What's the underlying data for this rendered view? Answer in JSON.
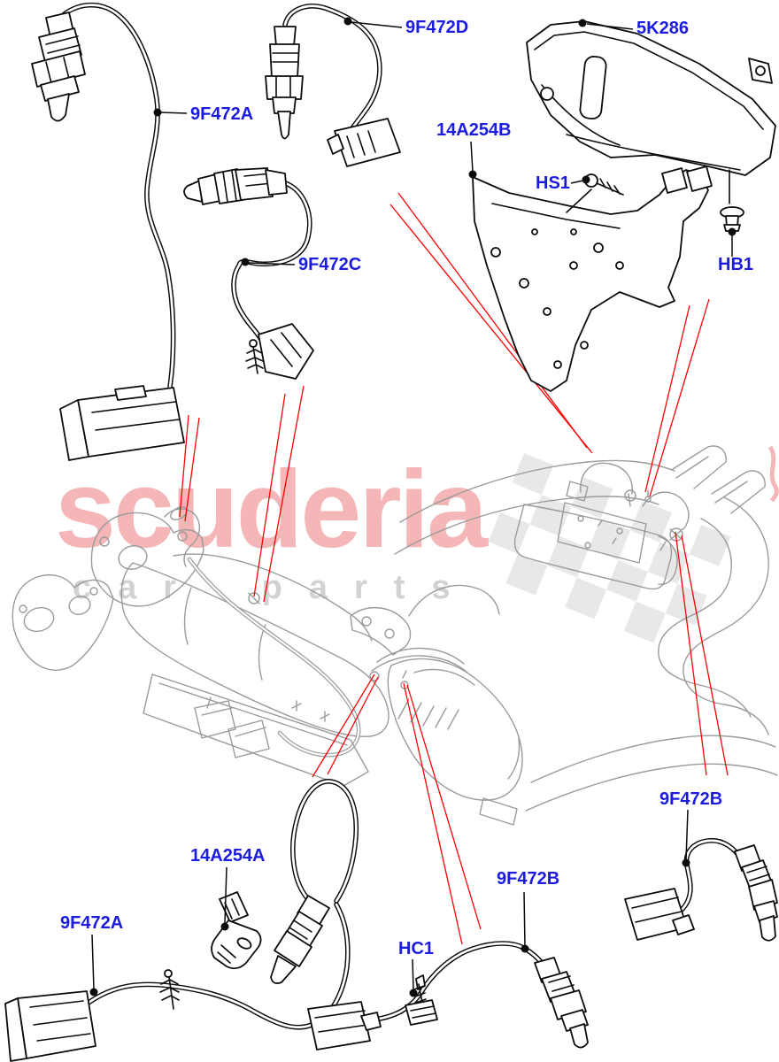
{
  "diagram": {
    "type": "exhaust-sensors-parts-diagram",
    "labels": [
      {
        "id": "9F472A-top",
        "text": "9F472A"
      },
      {
        "id": "9F472D",
        "text": "9F472D"
      },
      {
        "id": "5K286",
        "text": "5K286"
      },
      {
        "id": "14A254B",
        "text": "14A254B"
      },
      {
        "id": "HS1",
        "text": "HS1"
      },
      {
        "id": "HB1",
        "text": "HB1"
      },
      {
        "id": "9F472C",
        "text": "9F472C"
      },
      {
        "id": "14A254A",
        "text": "14A254A"
      },
      {
        "id": "9F472A-bottom",
        "text": "9F472A"
      },
      {
        "id": "9F472B-bottom",
        "text": "9F472B"
      },
      {
        "id": "HC1",
        "text": "HC1"
      },
      {
        "id": "9F472B-right",
        "text": "9F472B"
      }
    ]
  },
  "watermark": {
    "brand": "scuderia",
    "tagline": "car parts"
  },
  "colors": {
    "label_blue": "#1c1ce0",
    "leader_red": "#ff0000",
    "watermark_pink": "#f4b6b6",
    "watermark_gray": "#d2d2d0",
    "artwork_black": "#0b0b0b",
    "overview_gray": "#9b9b9b"
  }
}
